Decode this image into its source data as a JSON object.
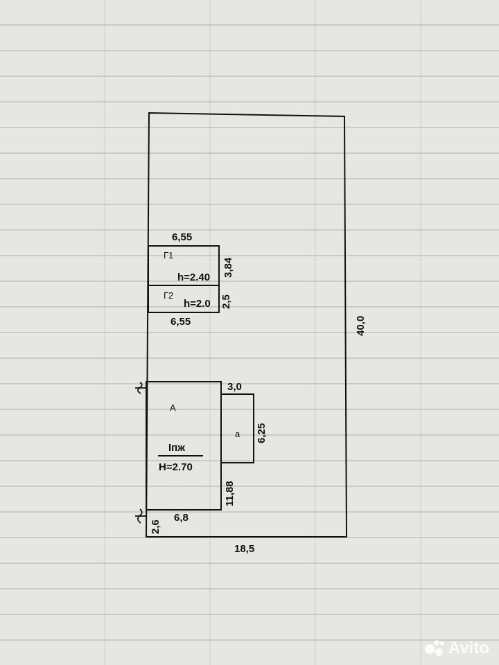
{
  "plan": {
    "plot_height": "40,0",
    "plot_width": "18,5",
    "g1": {
      "name": "Г1",
      "height": "h=2.40",
      "width": "6,55",
      "depth": "3,84"
    },
    "g2": {
      "name": "Г2",
      "height": "h=2.0",
      "width": "6,55",
      "depth": "2,5"
    },
    "house": {
      "name": "А",
      "floor": "Iпж",
      "height": "H=2.70",
      "width": "6,8",
      "depth": "11,88",
      "offset": "2,6"
    },
    "annex": {
      "name": "а",
      "width": "3,0",
      "depth": "6,25"
    }
  },
  "watermark": {
    "text": "Avito",
    "icon": "avito-dots-icon"
  }
}
